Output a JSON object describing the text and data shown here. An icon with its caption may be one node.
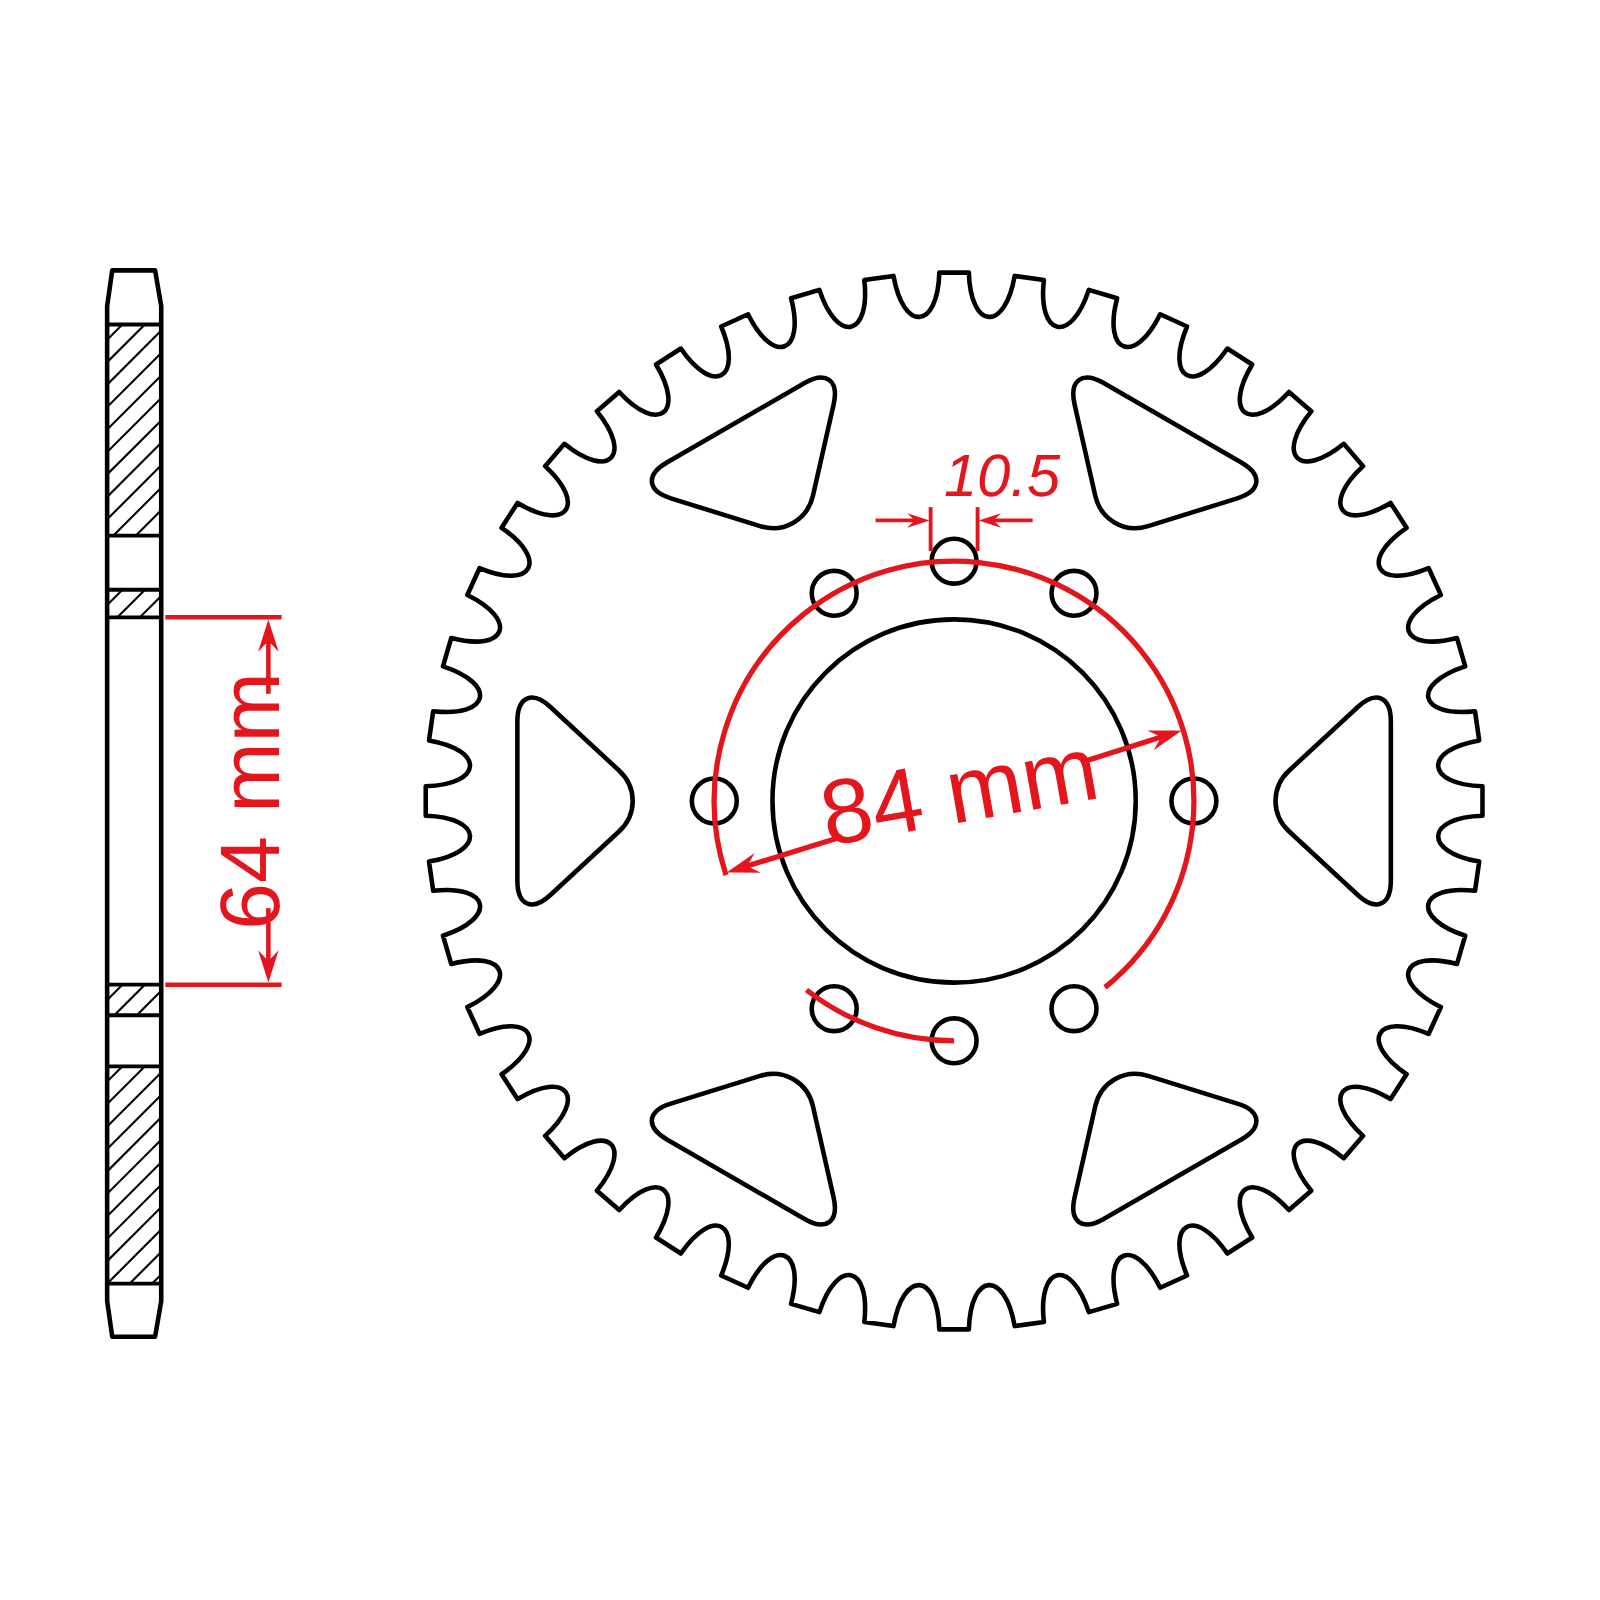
{
  "diagram": {
    "labels": [
      "10.5",
      "64 mm",
      "84 mm"
    ]
  }
}
